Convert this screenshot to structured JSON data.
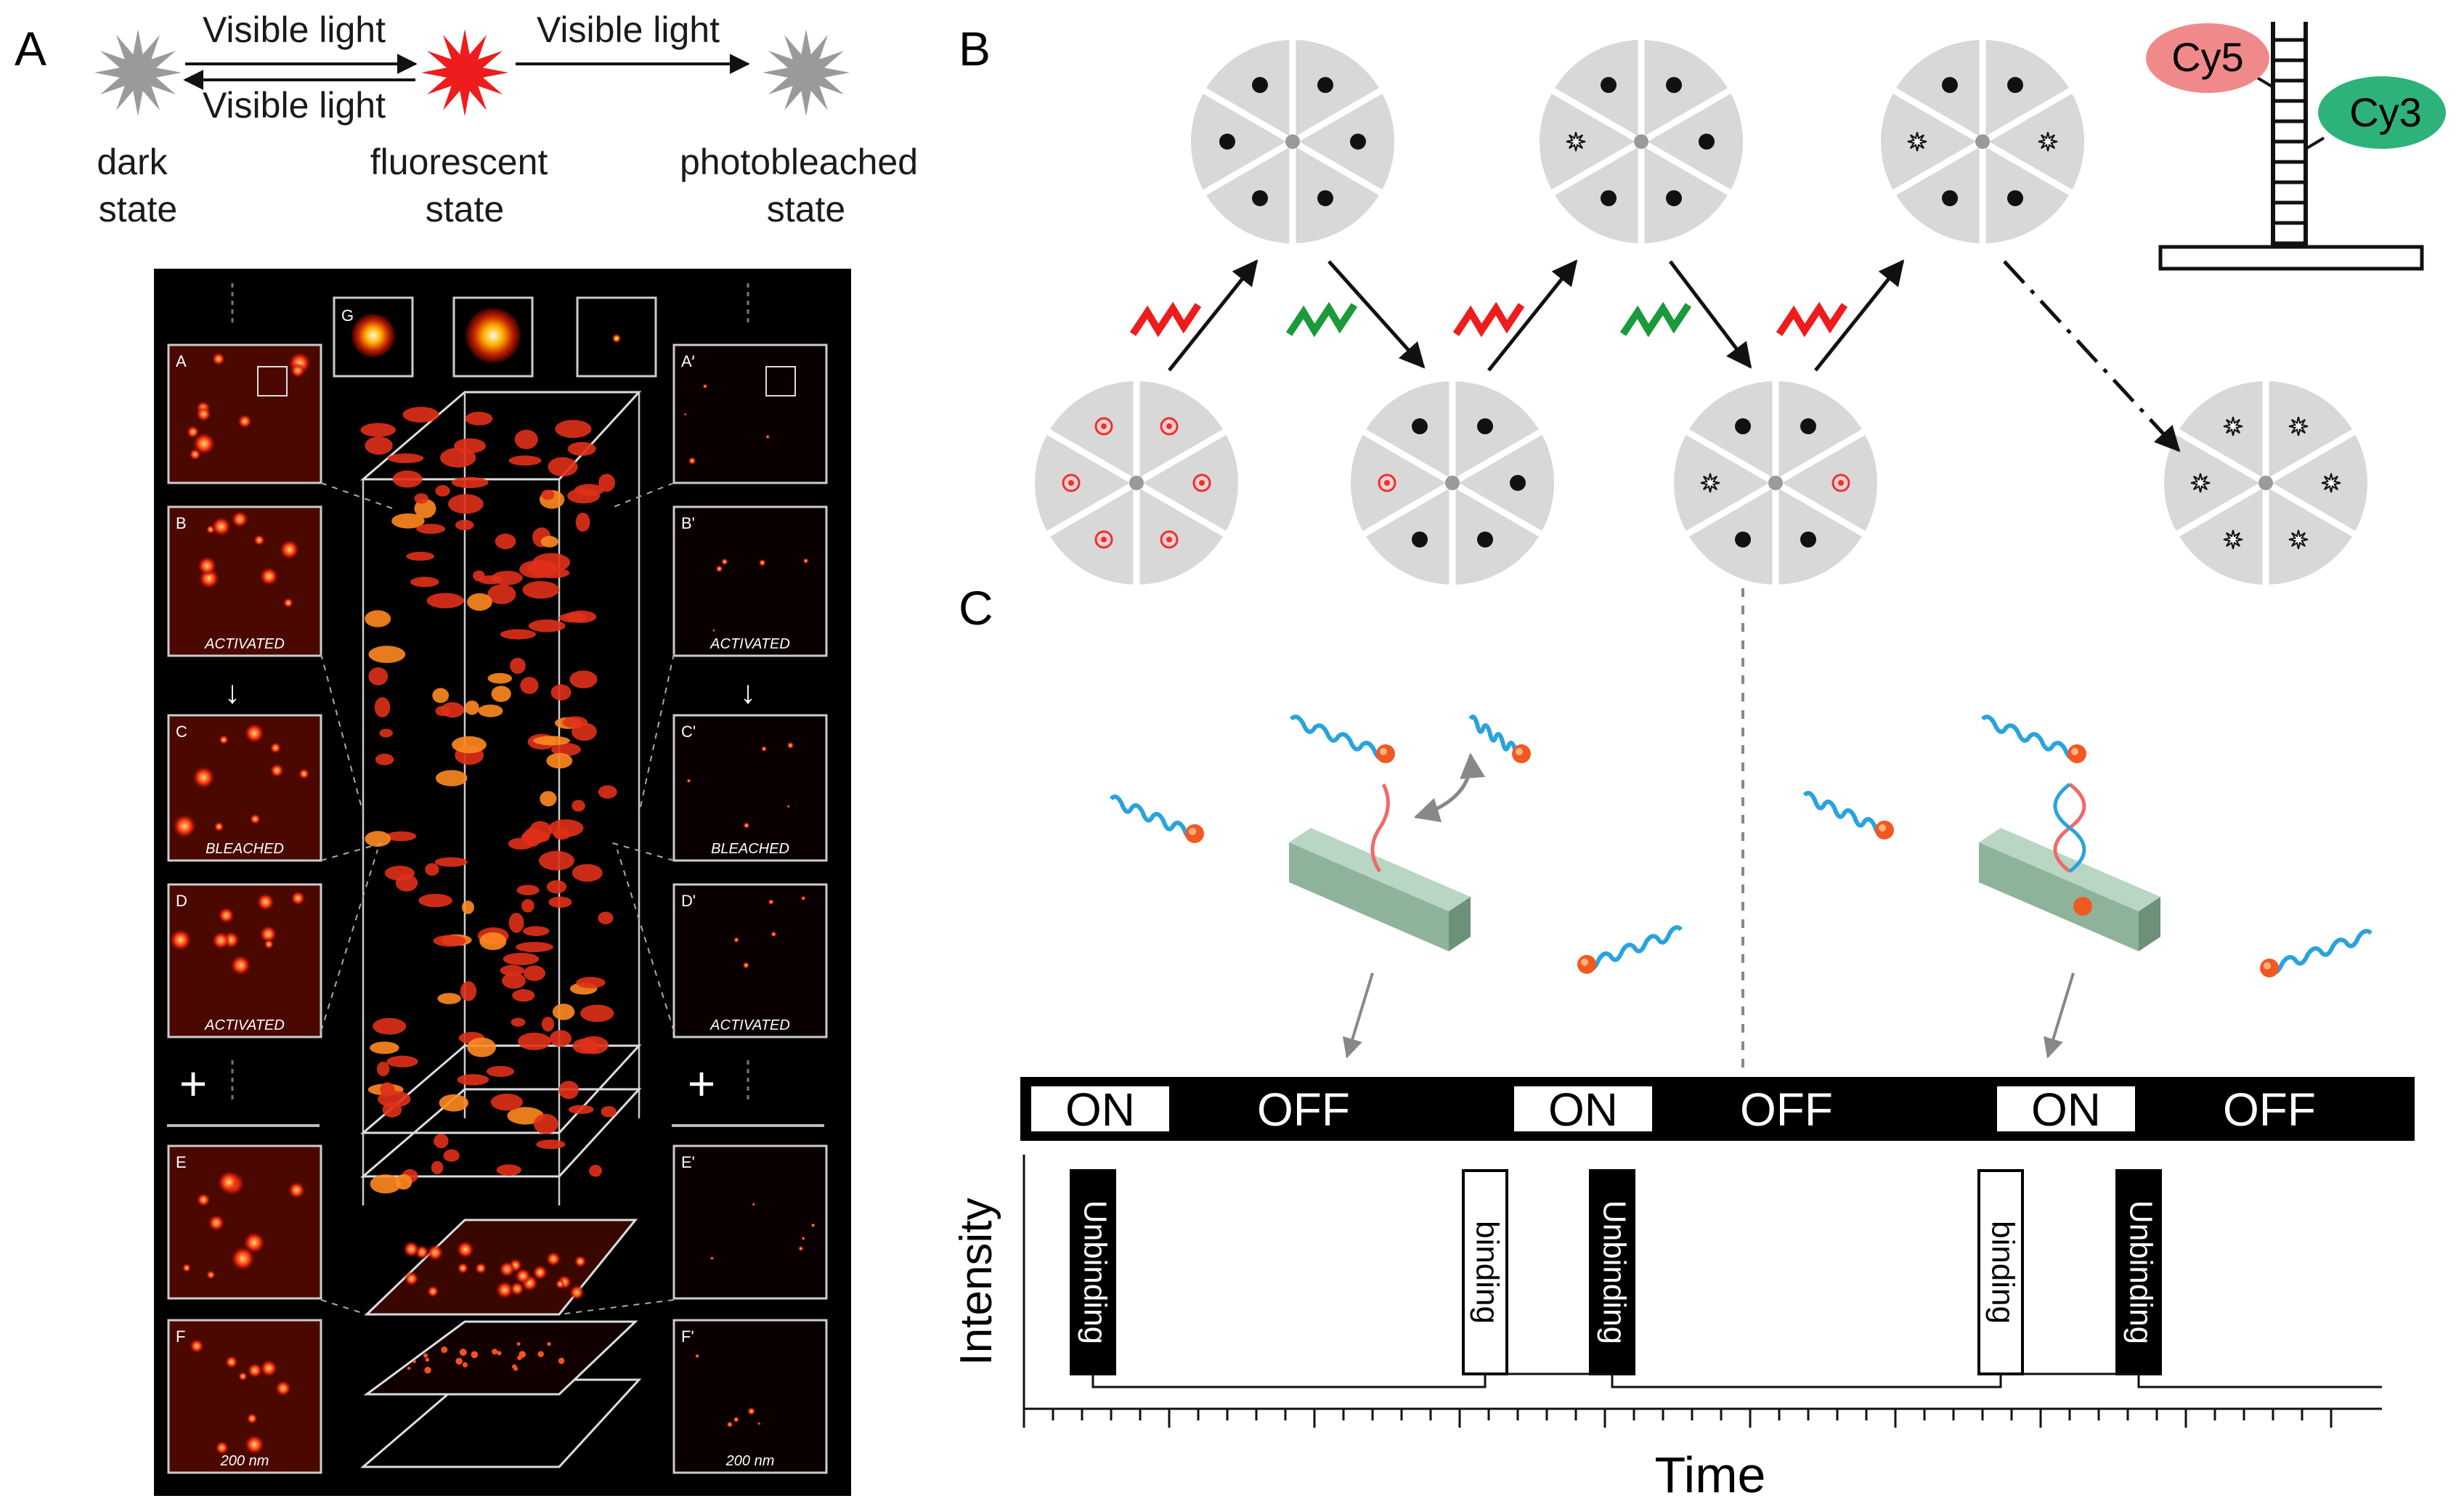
{
  "panel_a": {
    "label": "A",
    "arrow_top_left": "Visible light",
    "arrow_bottom_left": "Visible light",
    "arrow_right": "Visible light",
    "dark_state_1": "dark",
    "dark_state_2": "state",
    "fluorescent_state_1": "fluorescent",
    "fluorescent_state_2": "state",
    "bleached_state_1": "photobleached",
    "bleached_state_2": "state",
    "inset": {
      "left_labels": [
        "A",
        "B",
        "C",
        "D",
        "E",
        "F"
      ],
      "right_labels": [
        "A'",
        "B'",
        "C'",
        "D'",
        "E'",
        "F'"
      ],
      "top_label": "G",
      "activated": "ACTIVATED",
      "bleached": "BLEACHED",
      "plus": "+",
      "scale": "200 nm",
      "arrow_down": "↓"
    }
  },
  "panel_b": {
    "label": "B",
    "cy5": "Cy5",
    "cy3": "Cy3"
  },
  "panel_c": {
    "label": "C",
    "states": [
      "ON",
      "OFF",
      "ON",
      "OFF",
      "ON",
      "OFF"
    ],
    "events": [
      "Unbinding",
      "binding",
      "Unbinding",
      "binding",
      "Unbinding"
    ],
    "y_label": "Intensity",
    "x_label": "Time"
  },
  "colors": {
    "red": "#ee1c1c",
    "green": "#1a9a3a",
    "gray_star": "#9a9a9a",
    "wheel": "#d8d8d8",
    "dna_blue": "#29a3dd",
    "dye_orange": "#f05a22",
    "cy5_fill": "#f08a8a",
    "cy3_fill": "#2db37a",
    "substrate": "#8fb39a"
  }
}
